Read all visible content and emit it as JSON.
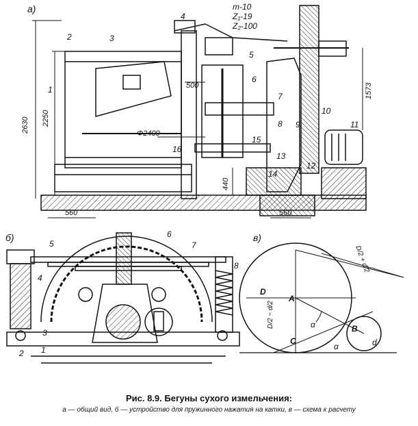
{
  "panels": {
    "a": "а)",
    "b": "б)",
    "v": "в)"
  },
  "params": {
    "m": "m-10",
    "z1": "Z₁-19",
    "z2": "Z₂-100"
  },
  "dims": {
    "h2630": "2630",
    "h2250": "2250",
    "h1573": "1573",
    "d500": "500",
    "d2400": "Φ2400",
    "h440": "440",
    "w560a": "560",
    "w560b": "560"
  },
  "callouts_a": [
    "1",
    "2",
    "3",
    "4",
    "5",
    "6",
    "7",
    "8",
    "9",
    "10",
    "11",
    "12",
    "13",
    "14",
    "15",
    "16"
  ],
  "callouts_b": [
    "1",
    "2",
    "3",
    "4",
    "5",
    "6",
    "7",
    "8"
  ],
  "scheme": {
    "A": "A",
    "B": "B",
    "C": "C",
    "D": "D",
    "d": "d",
    "alpha": "α",
    "half_sum": "D/2 + d/2",
    "half_diff": "D/2 − d/2"
  },
  "caption": {
    "title": "Рис. 8.9. Бегуны сухого измельчения:",
    "desc": "а — общий вид, б — устройство для пружинного нажатия на катки, в — схема к расчету"
  }
}
